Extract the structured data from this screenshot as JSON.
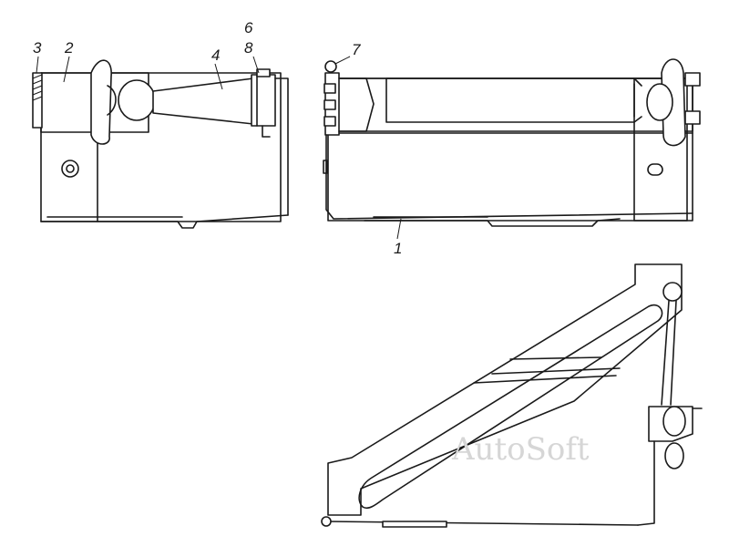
{
  "callouts": {
    "c1": "1",
    "c2": "2",
    "c3": "3",
    "c4": "4",
    "c6": "6",
    "c7": "7",
    "c8": "8"
  },
  "watermark": "AutoSoft"
}
